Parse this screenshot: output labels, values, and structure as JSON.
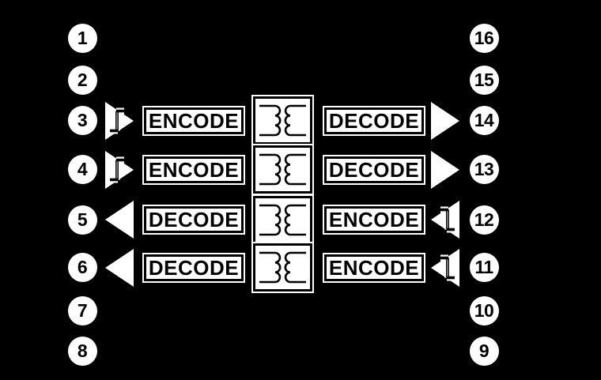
{
  "diagram": {
    "type": "ic-functional-block-diagram",
    "background_color": "#000000",
    "shape_color": "#ffffff",
    "label_color": "#000000",
    "pins": {
      "left": [
        "1",
        "2",
        "3",
        "4",
        "5",
        "6",
        "7",
        "8"
      ],
      "right": [
        "16",
        "15",
        "14",
        "13",
        "12",
        "11",
        "10",
        "9"
      ]
    },
    "channels": [
      {
        "left_pin": "3",
        "right_pin": "14",
        "left_block": "ENCODE",
        "right_block": "DECODE",
        "direction": "left-to-right"
      },
      {
        "left_pin": "4",
        "right_pin": "13",
        "left_block": "ENCODE",
        "right_block": "DECODE",
        "direction": "left-to-right"
      },
      {
        "left_pin": "5",
        "right_pin": "12",
        "left_block": "DECODE",
        "right_block": "ENCODE",
        "direction": "right-to-left"
      },
      {
        "left_pin": "6",
        "right_pin": "11",
        "left_block": "DECODE",
        "right_block": "ENCODE",
        "direction": "right-to-left"
      }
    ],
    "icons": {
      "transformer": "transformer-coils-icon",
      "input_buffer": "triangle-with-pulse-edge-icon",
      "output_buffer": "triangle-icon"
    }
  }
}
